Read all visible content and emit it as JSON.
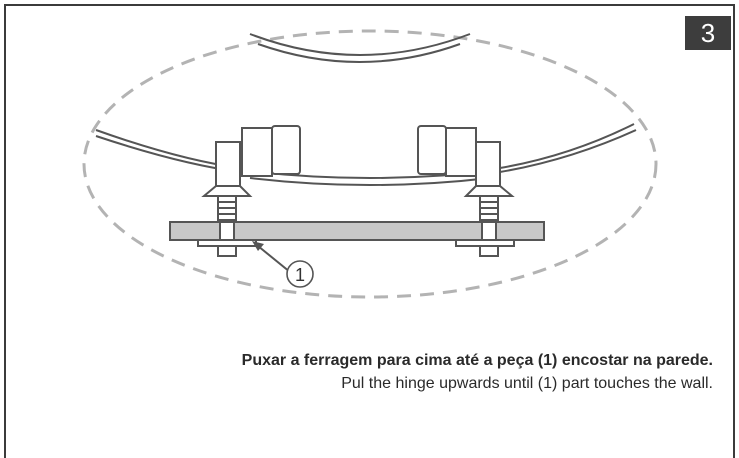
{
  "step": {
    "number": "3"
  },
  "callout": {
    "label": "1"
  },
  "instruction": {
    "portuguese": "Puxar a ferragem para cima até a peça (1) encostar na parede.",
    "english": "Pul the hinge upwards until (1) part touches the wall."
  }
}
